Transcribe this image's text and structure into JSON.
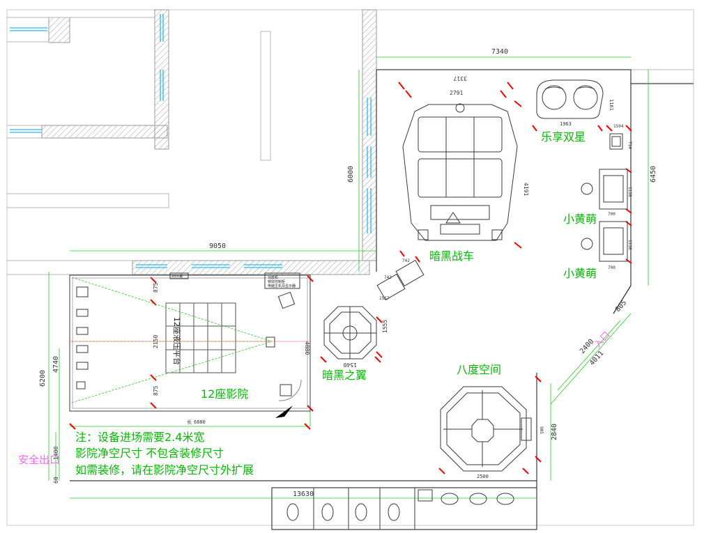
{
  "labels": {
    "zone_lexiang": "乐享双星",
    "zone_xiaohuangmeng_1": "小黄萌",
    "zone_xiaohuangmeng_2": "小黄萌",
    "zone_anhei_zhanche": "暗黑战车",
    "zone_anhei_zhiyi": "暗黑之翼",
    "zone_badu_kongjian": "八度空间",
    "zone_cinema": "12座影院",
    "cinema_platform": "12座液压平台",
    "entrance": "入口",
    "exit": "安全出口",
    "equipment_note": "功放机\n特效控制柜\n电脑主机及显示器",
    "screen_tag": "20m幕",
    "chang_prefix": "长"
  },
  "notes": [
    "注：设备进场需要2.4米宽",
    "影院净空尺寸  不包含装修尺寸",
    "如需装修，请在影院净空尺寸外扩展"
  ],
  "dimensions": {
    "d7340": "7340",
    "d6000": "6000",
    "d9050": "9050",
    "d6450": "6450",
    "d3317": "3317",
    "d2791": "2791",
    "d4191": "4191",
    "d1963": "1963",
    "d1161": "1161",
    "d1504": "1504",
    "d714": "714",
    "d700a": "700",
    "d700b": "700",
    "d1118a": "1118",
    "d1118b": "1118",
    "d742a": "742",
    "d742b": "742",
    "d1557": "1557",
    "d1555": "1555",
    "d1540": "1540",
    "d2500": "2500",
    "d2840": "2840",
    "d905": "905",
    "d805": "805",
    "d2400": "2400",
    "d4011": "4011",
    "d875a": "875",
    "d875b": "875",
    "d2150": "2150",
    "d4080": "4080",
    "d6880": "6880",
    "d4740": "4740",
    "d6200": "6200",
    "d1400": "1400",
    "d60": "60",
    "d13630": "13630"
  },
  "colors": {
    "wall": "#b4b4b4",
    "line": "#3a3a3a",
    "dimension": "#22cc22",
    "marker": "#ff0000",
    "label": "#00bb00",
    "exit": "#ff66ff",
    "window": "#4fc3f7"
  }
}
